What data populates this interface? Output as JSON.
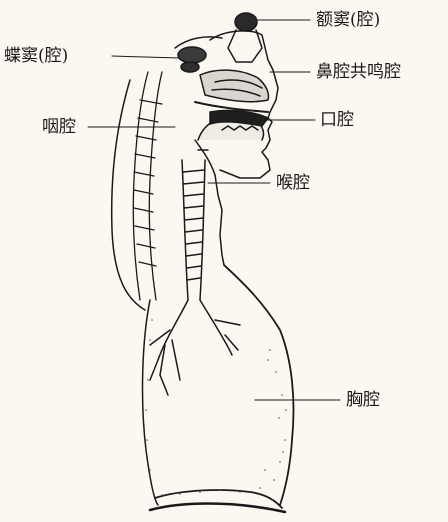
{
  "labels": {
    "frontal_sinus": "额窦(腔)",
    "sphenoid_sinus": "蝶窦(腔)",
    "nasal_cavity": "鼻腔共鸣腔",
    "pharyngeal_cavity": "咽腔",
    "oral_cavity": "口腔",
    "laryngeal_cavity": "喉腔",
    "thoracic_cavity": "胸腔"
  },
  "colors": {
    "background": "#fbf8f1",
    "ink": "#1a1a1a",
    "stipple": "#555555"
  }
}
